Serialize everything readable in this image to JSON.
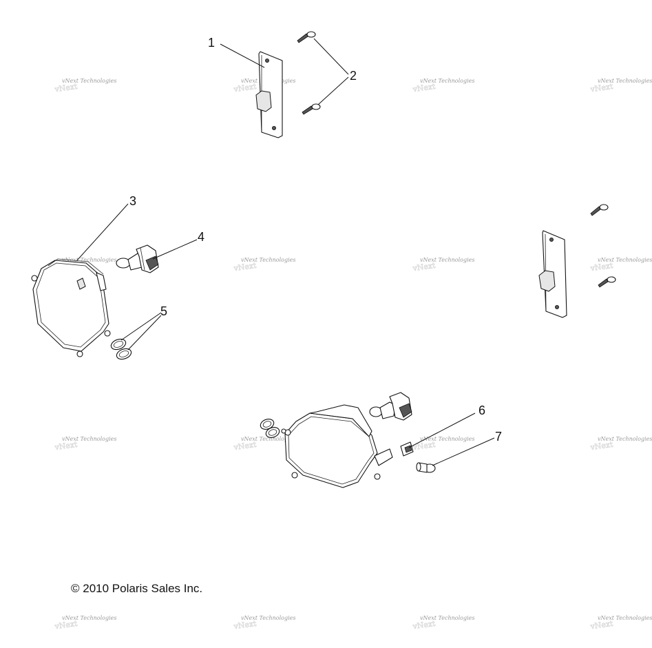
{
  "callouts": [
    {
      "id": "1",
      "label": "1"
    },
    {
      "id": "2",
      "label": "2"
    },
    {
      "id": "3",
      "label": "3"
    },
    {
      "id": "4",
      "label": "4"
    },
    {
      "id": "5",
      "label": "5"
    },
    {
      "id": "6",
      "label": "6"
    },
    {
      "id": "7",
      "label": "7"
    }
  ],
  "watermark": {
    "text": "vNext Technologies",
    "ghost": "vNext"
  },
  "copyright": {
    "text": "2010 Polaris Sales Inc."
  },
  "icons": [
    "copyright-icon"
  ]
}
